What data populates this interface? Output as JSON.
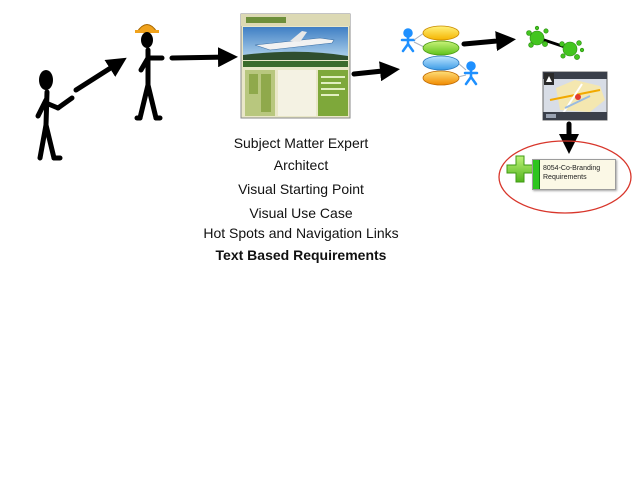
{
  "labels": {
    "subject_matter_expert": "Subject Matter Expert",
    "architect": "Architect",
    "visual_starting_point": "Visual Starting Point",
    "visual_use_case": "Visual Use Case",
    "hot_spots": "Hot Spots and Navigation Links",
    "text_requirements": "Text Based Requirements"
  },
  "requirement_card": {
    "text": "8054-Co-Branding\nRequirements"
  },
  "colors": {
    "figure": "#000000",
    "hard_hat": "#f0a21c",
    "arrow": "#000000",
    "use_case_blue": "#1e90ff",
    "ellipse_red": "#d8362b",
    "plus_green": "#7dd13a",
    "splat_green": "#43c51f",
    "card_green": "#2dc51f"
  },
  "icons": [
    "stick-figure-expert",
    "stick-figure-architect",
    "website-screenshot-icon",
    "use-case-diagram-icon",
    "splat-link-icon",
    "gps-map-icon",
    "green-plus-icon"
  ]
}
